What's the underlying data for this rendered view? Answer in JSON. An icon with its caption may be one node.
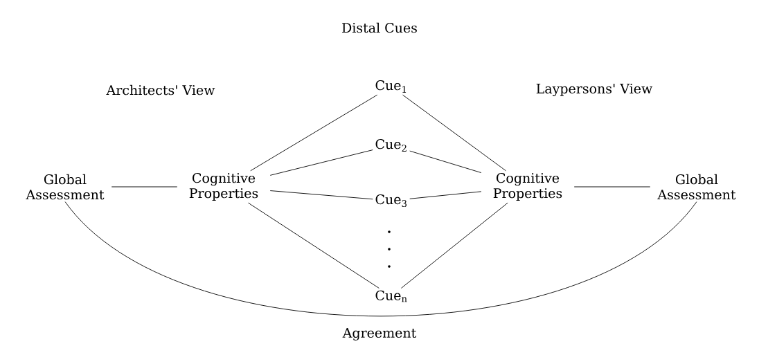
{
  "diagram": {
    "title": "Distal Cues",
    "nodes": [
      {
        "text": [
          "Global Assessment"
        ]
      },
      {
        "text": [
          "Cognitive Properties"
        ]
      },
      {
        "text": [
          "Cue$_{1}$"
        ]
      },
      {
        "text": [
          "Cue$_{2}$"
        ]
      },
      {
        "text": [
          "Cue$_{3}$"
        ]
      },
      {
        "text": [
          "Cue$_{n}$"
        ]
      },
      {
        "text": [
          "Cognitive Properties"
        ]
      },
      {
        "text": [
          "Global Assessment"
        ]
      }
    ],
    "edges": [
      {
        "from": 0,
        "to": 1,
        "arrow": "none"
      },
      {
        "from": 1,
        "to": 2,
        "arrow": "none"
      },
      {
        "from": 1,
        "to": 3,
        "arrow": "none"
      },
      {
        "from": 1,
        "to": 4,
        "arrow": "none"
      },
      {
        "from": 1,
        "to": 5,
        "arrow": "none"
      },
      {
        "from": 2,
        "to": 6,
        "arrow": "none"
      },
      {
        "from": 3,
        "to": 6,
        "arrow": "none"
      },
      {
        "from": 4,
        "to": 6,
        "arrow": "none"
      },
      {
        "from": 5,
        "to": 6,
        "arrow": "none"
      },
      {
        "from": 6,
        "to": 7,
        "arrow": "none"
      },
      {
        "from": 0,
        "to": 7,
        "arrow": "none",
        "label": "Agreement"
      }
    ],
    "labels": [
      "Architects' View",
      "Laypersons' View"
    ]
  }
}
